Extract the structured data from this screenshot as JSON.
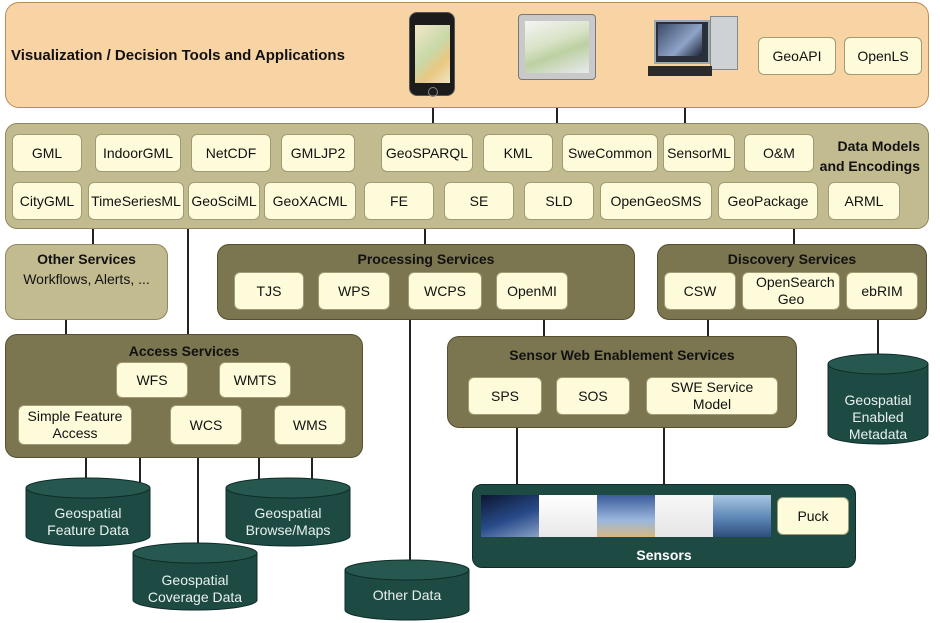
{
  "viz": {
    "title": "Visualization / Decision Tools and Applications",
    "geoapi": "GeoAPI",
    "openls": "OpenLS"
  },
  "data_models": {
    "title_line1": "Data Models",
    "title_line2": "and Encodings",
    "row1": [
      "GML",
      "IndoorGML",
      "NetCDF",
      "GMLJP2",
      "GeoSPARQL",
      "KML",
      "SweCommon",
      "SensorML",
      "O&M"
    ],
    "row2": [
      "CityGML",
      "TimeSeriesML",
      "GeoSciML",
      "GeoXACML",
      "FE",
      "SE",
      "SLD",
      "OpenGeoSMS",
      "GeoPackage",
      "ARML"
    ]
  },
  "other_services": {
    "title": "Other Services",
    "subtitle": "Workflows, Alerts, ..."
  },
  "processing": {
    "title": "Processing Services",
    "items": [
      "TJS",
      "WPS",
      "WCPS",
      "OpenMI"
    ]
  },
  "discovery": {
    "title": "Discovery Services",
    "items": [
      "CSW",
      "OpenSearch Geo",
      "ebRIM"
    ]
  },
  "access": {
    "title": "Access Services",
    "wfs": "WFS",
    "wmts": "WMTS",
    "simple": "Simple Feature Access",
    "wcs": "WCS",
    "wms": "WMS"
  },
  "swe": {
    "title": "Sensor Web Enablement Services",
    "sps": "SPS",
    "sos": "SOS",
    "model": "SWE Service Model"
  },
  "sensors": {
    "title": "Sensors",
    "puck": "Puck"
  },
  "stores": {
    "feature": "Geospatial Feature Data",
    "browse": "Geospatial Browse/Maps",
    "coverage": "Geospatial Coverage Data",
    "other": "Other Data",
    "metadata": "Geospatial Enabled Metadata"
  },
  "colors": {
    "top": "#f8d4a4",
    "olive": "#c3bb90",
    "dark": "#7b7550",
    "box": "#fdfbd9",
    "db": "#1e4a44",
    "sensors": "#1e4a44"
  }
}
